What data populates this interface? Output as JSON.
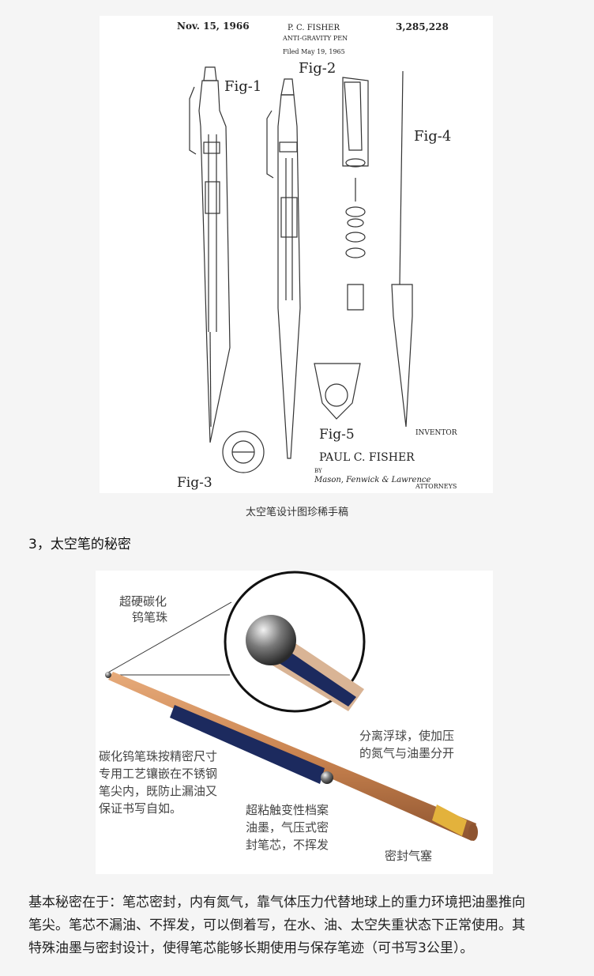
{
  "patent": {
    "date": "Nov. 15, 1966",
    "inventor_header": "P. C. FISHER",
    "patent_no": "3,285,228",
    "title": "ANTI-GRAVITY PEN",
    "filed": "Filed May 19, 1965",
    "fig1": "Fig-1",
    "fig2": "Fig-2",
    "fig3": "Fig-3",
    "fig4": "Fig-4",
    "fig5": "Fig-5",
    "inventor_label": "INVENTOR",
    "inventor_name": "PAUL C. FISHER",
    "by": "BY",
    "attorneys_sig": "Mason, Fenwick & Lawrence",
    "attorneys": "ATTORNEYS"
  },
  "caption": "太空笔设计图珍稀手稿",
  "heading": "3，太空笔的秘密",
  "diagram": {
    "label_ball": [
      "超硬碳化",
      "钨笔珠"
    ],
    "label_float": [
      "分离浮球，使加压",
      "的氮气与油墨分开"
    ],
    "label_tip": [
      "碳化钨笔珠按精密尺寸",
      "专用工艺镶嵌在不锈钢",
      "笔尖内，既防止漏油又",
      "保证书写自如。"
    ],
    "label_ink": [
      "超粘触变性档案",
      "油墨，气压式密",
      "封笔芯，不挥发"
    ],
    "label_seal": "密封气塞"
  },
  "body": {
    "line1": "基本秘密在于：笔芯密封，内有氮气，靠气体压力代替地球上的重力环境把油墨推向",
    "line2": "笔尖。笔芯不漏油、不挥发，可以倒着写，在水、油、太空失重状态下正常使用。其",
    "line3": "特殊油墨与密封设计，使得笔芯能够长期使用与保存笔迹（可书写3公里）。"
  },
  "colors": {
    "page_bg": "#f5f5f5",
    "copper": "#c9834f",
    "ink_blue": "#1c2a5e",
    "brass": "#e3b23c"
  }
}
